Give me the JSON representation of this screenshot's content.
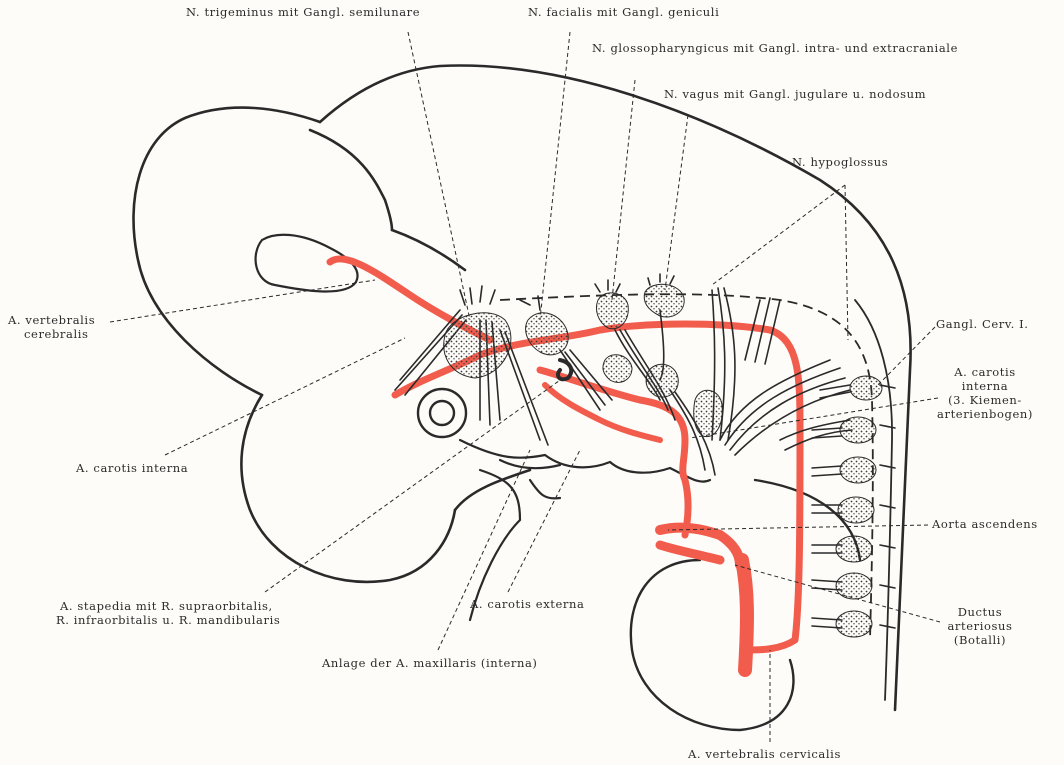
{
  "colors": {
    "outline": "#2a2a2a",
    "artery": "#f25c4d",
    "ganglion_dot": "#3a3a3a",
    "background": "#fdfcf8"
  },
  "labels": {
    "trigeminus": "N. trigeminus mit Gangl. semilunare",
    "facialis": "N. facialis mit Gangl. geniculi",
    "glossopharyngicus": "N. glossopharyngicus mit Gangl. intra- und extracraniale",
    "vagus": "N. vagus mit Gangl. jugulare u. nodosum",
    "hypoglossus": "N. hypoglossus",
    "vertebralis_cerebralis_1": "A. vertebralis",
    "vertebralis_cerebralis_2": "cerebralis",
    "carotis_interna_left": "A. carotis interna",
    "stapedia_1": "A. stapedia mit R. supraorbitalis,",
    "stapedia_2": "R. infraorbitalis u. R. mandibularis",
    "carotis_externa": "A. carotis externa",
    "maxillaris": "Anlage der A. maxillaris (interna)",
    "vertebralis_cervicalis": "A. vertebralis cervicalis",
    "gangl_cerv": "Gangl. Cerv. I.",
    "carotis_interna_right_1": "A. carotis",
    "carotis_interna_right_2": "interna",
    "carotis_interna_right_3": "(3. Kiemen-",
    "carotis_interna_right_4": "arterienbogen)",
    "aorta_ascendens": "Aorta ascendens",
    "ductus_1": "Ductus",
    "ductus_2": "arteriosus",
    "ductus_3": "(Botalli)"
  }
}
